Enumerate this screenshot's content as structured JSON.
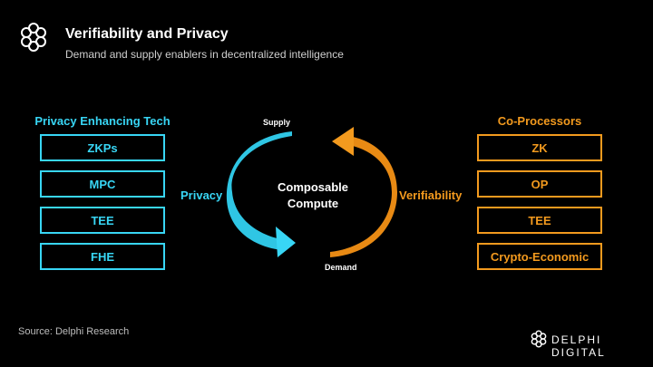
{
  "header": {
    "title": "Verifiability and Privacy",
    "subtitle": "Demand and supply enablers in decentralized intelligence",
    "logo_icon": "delphi-knot-icon"
  },
  "left": {
    "heading": "Privacy Enhancing Tech",
    "items": [
      "ZKPs",
      "MPC",
      "TEE",
      "FHE"
    ],
    "color": "#38d6f5"
  },
  "right": {
    "heading": "Co-Processors",
    "items": [
      "ZK",
      "OP",
      "TEE",
      "Crypto-Economic"
    ],
    "color": "#f39a1e"
  },
  "cycle": {
    "top": "Supply",
    "bottom": "Demand",
    "left": "Privacy",
    "right": "Verifiability",
    "center_line1": "Composable",
    "center_line2": "Compute"
  },
  "footer": {
    "source": "Source: Delphi Research",
    "brand": "DELPHI DIGITAL"
  }
}
